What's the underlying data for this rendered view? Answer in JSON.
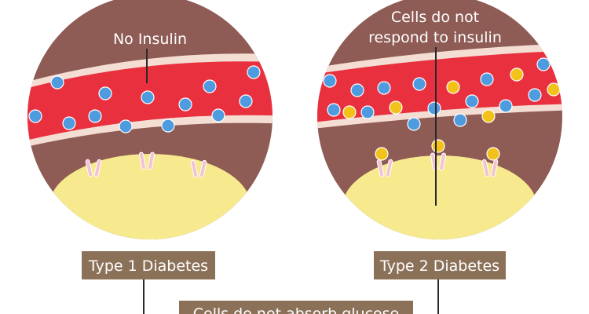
{
  "labels": {
    "left_annotation": "No Insulin",
    "right_annotation_line1": "Cells do not",
    "right_annotation_line2": "respond to insulin",
    "left_title": "Type 1 Diabetes",
    "right_title": "Type 2 Diabetes",
    "bottom_caption": "Cells do not absorb glucose"
  },
  "colors": {
    "tissue": "#8e5b55",
    "vessel": "#e9303f",
    "vessel_wall": "#f4ddd2",
    "cell": "#f7ea8e",
    "glucose": "#4f9bdf",
    "insulin": "#f3c21a",
    "receptor": "#f2c4d3",
    "label_box": "#8c7159",
    "connector": "#2a2a2a"
  }
}
